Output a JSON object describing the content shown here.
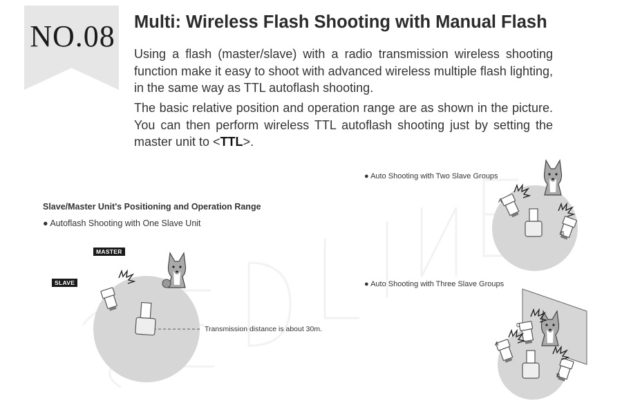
{
  "badge": "NO.08",
  "title": "Multi: Wireless Flash Shooting with Manual Flash",
  "paragraph1": "Using a flash (master/slave) with a radio transmission wireless shooting function make it easy to shoot with advanced wireless multiple flash lighting, in the same way as TTL autoflash shooting.",
  "paragraph2_lead": "The basic relative position and operation range are as shown in the picture. You can then perform wireless TTL autoflash shooting just by setting the master unit to <",
  "paragraph2_strong": "TTL",
  "paragraph2_tail": ">.",
  "section_title": "Slave/Master Unit's Positioning and Operation Range",
  "bullets": {
    "one_slave": "● Autoflash Shooting with One Slave Unit",
    "two_groups": "● Auto Shooting with Two Slave Groups",
    "three_groups": "● Auto Shooting with Three Slave Groups"
  },
  "labels": {
    "master": "MASTER",
    "slave": "SLAVE",
    "transmission": "Transmission distance is about 30m."
  },
  "group_labels": {
    "a": "A",
    "b": "B",
    "c": "C"
  },
  "colors": {
    "badge_bg": "#e6e6e6",
    "range_circle": "#d4d4d4",
    "tag_bg": "#1a1a1a"
  }
}
